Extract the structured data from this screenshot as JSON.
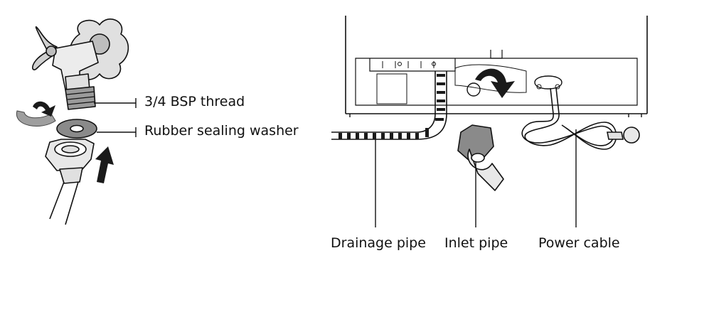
{
  "labels": {
    "thread": "3/4 BSP thread",
    "washer": "Rubber sealing washer",
    "drainage_pipe": "Drainage pipe",
    "inlet_pipe": "Inlet pipe",
    "power_cable": "Power cable"
  },
  "colors": {
    "line": "#111111",
    "fill_light": "#e0e0e0",
    "fill_mid": "#bdbdbd",
    "fill_dark": "#808080",
    "rotate_arrow": "#9e9e9e",
    "push_arrow": "#1a1a1a",
    "background": "#ffffff"
  },
  "icons": {
    "tap": "water-tap-icon",
    "rotate": "rotate-arrow-icon",
    "push": "push-arrow-icon",
    "machine": "washing-machine-back-icon",
    "turn": "turn-arrow-icon"
  }
}
